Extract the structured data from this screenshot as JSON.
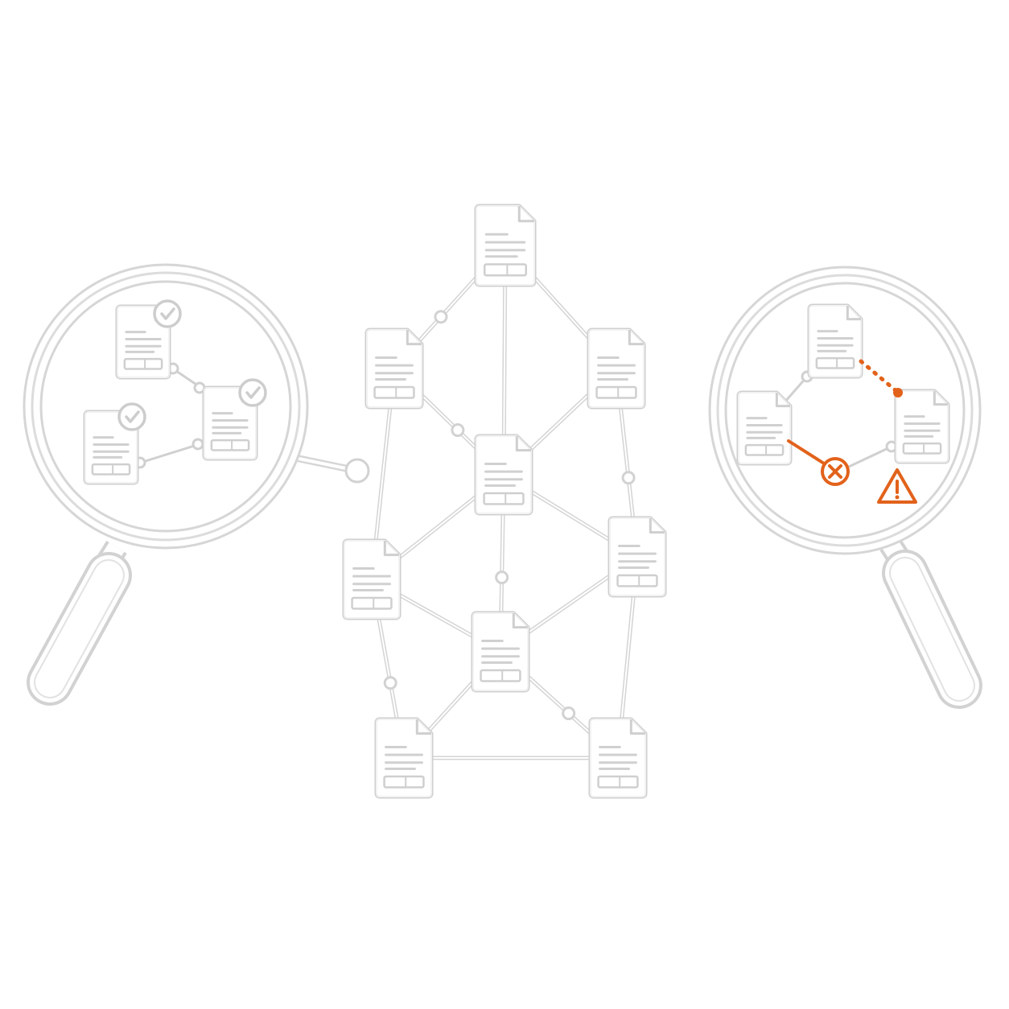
{
  "colors": {
    "background": "#ffffff",
    "line": "#d6d6d6",
    "line_dark": "#c4c4c4",
    "fill": "#ffffff",
    "accent": "#e2621b"
  },
  "network": {
    "documents": [
      {
        "id": "top"
      },
      {
        "id": "upper-left"
      },
      {
        "id": "upper-right"
      },
      {
        "id": "center"
      },
      {
        "id": "mid-left"
      },
      {
        "id": "mid-right"
      },
      {
        "id": "lower-center"
      },
      {
        "id": "bottom-left"
      },
      {
        "id": "bottom-right"
      }
    ],
    "connections": [
      [
        "top",
        "upper-left"
      ],
      [
        "top",
        "upper-right"
      ],
      [
        "top",
        "center"
      ],
      [
        "upper-left",
        "center"
      ],
      [
        "upper-right",
        "center"
      ],
      [
        "upper-left",
        "mid-left"
      ],
      [
        "upper-right",
        "mid-right"
      ],
      [
        "center",
        "mid-left"
      ],
      [
        "center",
        "mid-right"
      ],
      [
        "center",
        "lower-center"
      ],
      [
        "mid-left",
        "lower-center"
      ],
      [
        "mid-right",
        "lower-center"
      ],
      [
        "mid-left",
        "bottom-left"
      ],
      [
        "mid-right",
        "bottom-right"
      ],
      [
        "lower-center",
        "bottom-left"
      ],
      [
        "lower-center",
        "bottom-right"
      ],
      [
        "bottom-left",
        "bottom-right"
      ]
    ]
  },
  "magnifiers": {
    "left": {
      "state": "verified",
      "icons": [
        "check-circle-icon",
        "check-circle-icon",
        "check-circle-icon"
      ]
    },
    "right": {
      "state": "broken-link",
      "icons": [
        "error-x-icon",
        "warning-triangle-icon",
        "dotted-link"
      ]
    }
  }
}
